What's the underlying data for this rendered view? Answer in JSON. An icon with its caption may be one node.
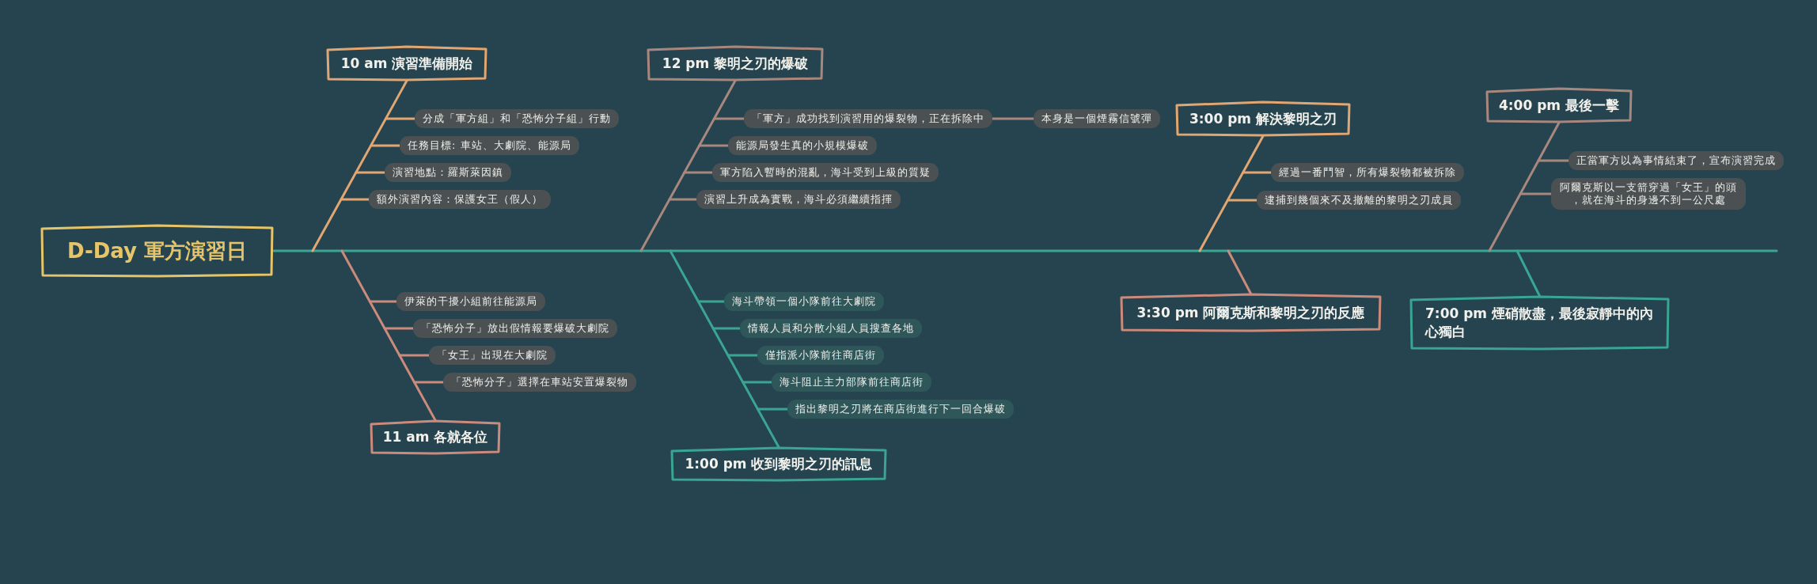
{
  "diagram": {
    "nodes": [
      {
        "text": [
          "D-Day 軍方演習日"
        ]
      },
      {
        "text": [
          "10 am 演習準備開始"
        ]
      },
      {
        "text": [
          "分成「軍方組」和「恐怖分子組」行動"
        ]
      },
      {
        "text": [
          "任務目標: 車站、大劇院、能源局"
        ]
      },
      {
        "text": [
          "演習地點：羅斯萊因鎮"
        ]
      },
      {
        "text": [
          "額外演習內容：保護女王（假人）"
        ]
      },
      {
        "text": [
          "11 am 各就各位"
        ]
      },
      {
        "text": [
          "伊萊的干擾小組前往能源局"
        ]
      },
      {
        "text": [
          "「恐怖分子」放出假情報要爆破大劇院"
        ]
      },
      {
        "text": [
          "「女王」出現在大劇院"
        ]
      },
      {
        "text": [
          "「恐怖分子」選擇在車站安置爆裂物"
        ]
      },
      {
        "text": [
          "12 pm 黎明之刃的爆破"
        ]
      },
      {
        "text": [
          "「軍方」成功找到演習用的爆裂物，正在拆除中"
        ]
      },
      {
        "text": [
          "本身是一個煙霧信號彈"
        ]
      },
      {
        "text": [
          "能源局發生真的小規模爆破"
        ]
      },
      {
        "text": [
          "軍方陷入暫時的混亂，海斗受到上級的質疑"
        ]
      },
      {
        "text": [
          "演習上升成為實戰，海斗必須繼續指揮"
        ]
      },
      {
        "text": [
          "1:00 pm 收到黎明之刃的訊息"
        ]
      },
      {
        "text": [
          "海斗帶領一個小隊前往大劇院"
        ]
      },
      {
        "text": [
          "情報人員和分散小組人員搜查各地"
        ]
      },
      {
        "text": [
          "僅指派小隊前往商店街"
        ]
      },
      {
        "text": [
          "海斗阻止主力部隊前往商店街"
        ]
      },
      {
        "text": [
          "指出黎明之刃將在商店街進行下一回合爆破"
        ]
      },
      {
        "text": [
          "3:00 pm 解決黎明之刃"
        ]
      },
      {
        "text": [
          "經過一番鬥智，所有爆裂物都被拆除"
        ]
      },
      {
        "text": [
          "逮捕到幾個來不及撤離的黎明之刃成員"
        ]
      },
      {
        "text": [
          "3:30 pm 阿爾克斯和黎明之刃的反應"
        ]
      },
      {
        "text": [
          "4:00 pm 最後一擊"
        ]
      },
      {
        "text": [
          "正當軍方以為事情結束了，宣布演習完成"
        ]
      },
      {
        "text": [
          "阿爾克斯以一支箭穿過「女王」的頭，就在海斗的身邊不到一公尺處"
        ]
      },
      {
        "text": [
          "7:00 pm 煙硝散盡，最後寂靜中的內心獨白"
        ]
      }
    ],
    "edges": [
      {
        "from": 0,
        "to": 1,
        "arrow": "none"
      },
      {
        "from": 1,
        "to": 2,
        "arrow": "none",
        "color": "#e2a672"
      },
      {
        "from": 1,
        "to": 3,
        "arrow": "none",
        "color": "#e2a672"
      },
      {
        "from": 1,
        "to": 4,
        "arrow": "none",
        "color": "#e2a672"
      },
      {
        "from": 1,
        "to": 5,
        "arrow": "none",
        "color": "#e2a672"
      },
      {
        "from": 0,
        "to": 6,
        "arrow": "none"
      },
      {
        "from": 6,
        "to": 7,
        "arrow": "none",
        "color": "#cc8a7c"
      },
      {
        "from": 6,
        "to": 8,
        "arrow": "none",
        "color": "#cc8a7c"
      },
      {
        "from": 6,
        "to": 9,
        "arrow": "none",
        "color": "#cc8a7c"
      },
      {
        "from": 6,
        "to": 10,
        "arrow": "none",
        "color": "#cc8a7c"
      },
      {
        "from": 0,
        "to": 11,
        "arrow": "none"
      },
      {
        "from": 11,
        "to": 12,
        "arrow": "none",
        "color": "#a8887e"
      },
      {
        "from": 12,
        "to": 13,
        "arrow": "none",
        "color": "#a8887e"
      },
      {
        "from": 11,
        "to": 14,
        "arrow": "none",
        "color": "#a8887e"
      },
      {
        "from": 11,
        "to": 15,
        "arrow": "none",
        "color": "#a8887e"
      },
      {
        "from": 11,
        "to": 16,
        "arrow": "none",
        "color": "#a8887e"
      },
      {
        "from": 0,
        "to": 17,
        "arrow": "none"
      },
      {
        "from": 17,
        "to": 18,
        "arrow": "none"
      },
      {
        "from": 17,
        "to": 19,
        "arrow": "none"
      },
      {
        "from": 17,
        "to": 20,
        "arrow": "none"
      },
      {
        "from": 17,
        "to": 21,
        "arrow": "none"
      },
      {
        "from": 17,
        "to": 22,
        "arrow": "none"
      },
      {
        "from": 0,
        "to": 23,
        "arrow": "none"
      },
      {
        "from": 23,
        "to": 24,
        "arrow": "none",
        "color": "#e2a672"
      },
      {
        "from": 23,
        "to": 25,
        "arrow": "none",
        "color": "#e2a672"
      },
      {
        "from": 0,
        "to": 26,
        "arrow": "none"
      },
      {
        "from": 0,
        "to": 27,
        "arrow": "none"
      },
      {
        "from": 27,
        "to": 28,
        "arrow": "none",
        "color": "#a8887e"
      },
      {
        "from": 27,
        "to": 29,
        "arrow": "none",
        "color": "#a8887e"
      },
      {
        "from": 0,
        "to": 30,
        "arrow": "none"
      }
    ]
  }
}
